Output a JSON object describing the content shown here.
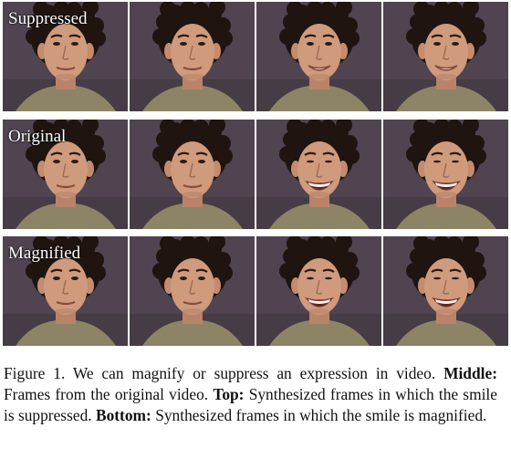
{
  "figure": {
    "rows": [
      {
        "label": "Suppressed",
        "expressions": [
          "neutral",
          "neutral",
          "smile",
          "smile"
        ]
      },
      {
        "label": "Original",
        "expressions": [
          "neutral",
          "neutral",
          "big-smile",
          "big-smile"
        ]
      },
      {
        "label": "Magnified",
        "expressions": [
          "neutral",
          "neutral",
          "big-smile",
          "big-smile"
        ]
      }
    ],
    "colors": {
      "background": "#4f4450",
      "skin": "#d09a7c",
      "hair": "#1f140f",
      "shirt": "#8d8466"
    }
  },
  "caption": {
    "prefix": "Figure 1. We can magnify or suppress an expression in video.",
    "middle_label": "Middle:",
    "middle_text": "Frames from the original video.",
    "top_label": "Top:",
    "top_text": "Synthesized frames in which the smile is suppressed.",
    "bottom_label": "Bottom:",
    "bottom_text": "Synthesized frames in which the smile is magnified."
  }
}
